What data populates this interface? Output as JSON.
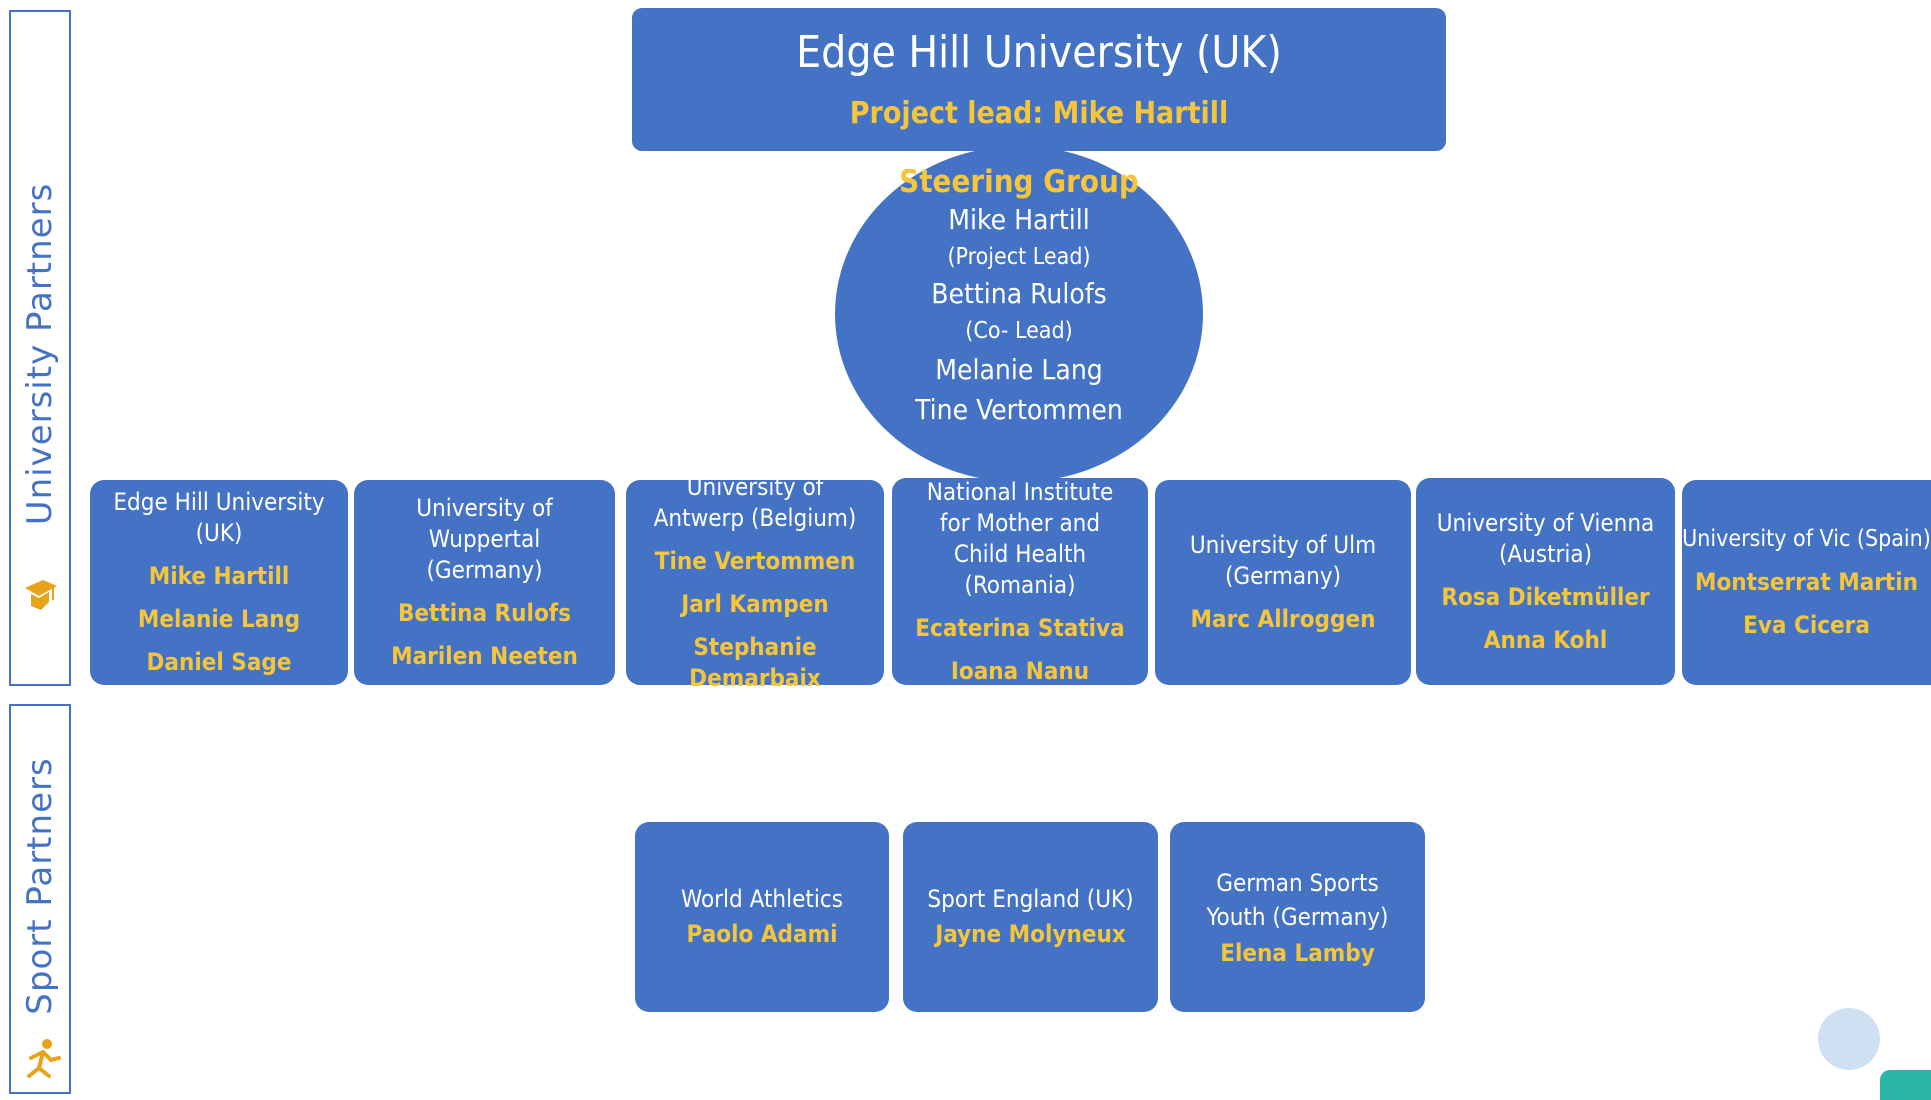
{
  "side_labels": {
    "university": "University Partners",
    "sport": "Sport Partners"
  },
  "icons": {
    "graduation_cap": "graduation-cap-icon",
    "runner": "runner-icon"
  },
  "colors": {
    "box_blue": "#4472c4",
    "accent_gold": "#f5c53c"
  },
  "top": {
    "title": "Edge Hill University (UK)",
    "lead": "Project lead: Mike Hartill"
  },
  "steering": {
    "title": "Steering Group",
    "lines": [
      "Mike Hartill",
      "(Project Lead)",
      "Bettina Rulofs",
      "(Co- Lead)",
      "Melanie Lang",
      "Tine Vertommen"
    ]
  },
  "university_partners": [
    {
      "institution": "Edge Hill University (UK)",
      "people": [
        "Mike Hartill",
        "Melanie Lang",
        "Daniel Sage"
      ]
    },
    {
      "institution": "University of Wuppertal (Germany)",
      "people": [
        "Bettina Rulofs",
        "Marilen Neeten"
      ]
    },
    {
      "institution": "University of Antwerp (Belgium)",
      "people": [
        "Tine Vertommen",
        "Jarl Kampen",
        "Stephanie Demarbaix"
      ]
    },
    {
      "institution": "National Institute for Mother and Child Health (Romania)",
      "people": [
        "Ecaterina Stativa",
        "Ioana Nanu"
      ]
    },
    {
      "institution": "University of Ulm (Germany)",
      "people": [
        "Marc Allroggen"
      ]
    },
    {
      "institution": "University of Vienna (Austria)",
      "people": [
        "Rosa Diketmüller",
        "Anna Kohl"
      ]
    },
    {
      "institution": "University of Vic (Spain)",
      "people": [
        "Montserrat Martin",
        "Eva Cicera"
      ]
    }
  ],
  "sport_partners": [
    {
      "institution": "World Athletics",
      "people": [
        "Paolo Adami"
      ]
    },
    {
      "institution": "Sport England (UK)",
      "people": [
        "Jayne Molyneux"
      ]
    },
    {
      "institution": "German Sports Youth (Germany)",
      "people": [
        "Elena Lamby"
      ]
    }
  ]
}
